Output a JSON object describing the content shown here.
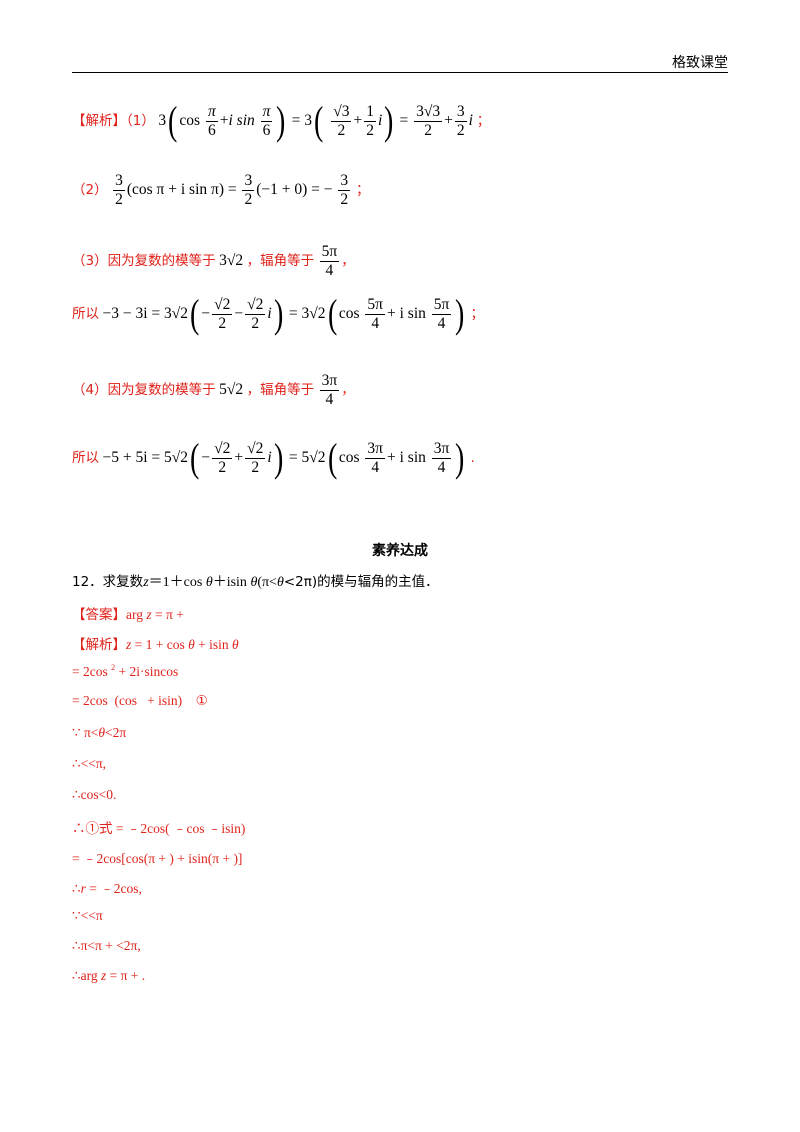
{
  "header": {
    "title": "格致课堂"
  },
  "analysis_label": "【解析】",
  "answer_label": "【答案】",
  "part1": {
    "num": "（1）",
    "lead": "3",
    "cos": "cos",
    "pi": "π",
    "six": "6",
    "plus": "+",
    "isin": "i sin",
    "eq1": "= 3",
    "sqrt3": "√3",
    "two": "2",
    "one": "1",
    "i": "i",
    "eq2": "=",
    "three_sqrt3": "3√3",
    "three": "3",
    "end": "；"
  },
  "part2": {
    "num": "（2）",
    "expr_a": "(cos π + i sin π) =",
    "expr_b": "(−1 + 0) = −",
    "three": "3",
    "two": "2",
    "end": "；"
  },
  "part3": {
    "text1": "（3）因为复数的模等于",
    "mod": "3√2",
    "text2": "，辐角等于",
    "arg_num": "5π",
    "arg_den": "4",
    "end": "，",
    "so": "所以",
    "lhs": "−3 − 3i = 3√2",
    "mid": "= 3√2",
    "sqrt2": "√2",
    "two": "2",
    "i": "i",
    "cos": "cos",
    "isin": "+ i sin",
    "fnum": "5π",
    "fden": "4",
    "tail": "；"
  },
  "part4": {
    "text1": "（4）因为复数的模等于",
    "mod": "5√2",
    "text2": "，辐角等于",
    "arg_num": "3π",
    "arg_den": "4",
    "end": "，",
    "so": "所以",
    "lhs": "−5 + 5i = 5√2",
    "mid": "= 5√2",
    "sqrt2": "√2",
    "two": "2",
    "i": "i",
    "cos": "cos",
    "isin": "+ i sin",
    "fnum": "3π",
    "fden": "4",
    "tail": "."
  },
  "section_title": "素养达成",
  "question": {
    "num": "12．求复数",
    "z": "z",
    "body1": "＝1＋cos ",
    "theta": "θ",
    "body2": "＋isin ",
    "body3": "(π<",
    "body4": "<2π)的模与辐角的主值．"
  },
  "answer": {
    "text": "arg  ",
    "z": "z",
    "rest": " = π +"
  },
  "solution": {
    "s1_label": "【解析】",
    "s1_z": "z",
    "s1_rest": " = 1 + cos  ",
    "s1_theta": "θ",
    "s1_mid": " + isin  ",
    "s1_theta2": "θ",
    "s2": "= 2cos ",
    "s2_sup": "2",
    "s2_rest": " + 2i·sincos",
    "s3": "= 2cos  (cos   + isin)    ①",
    "s4_a": "∵  π<",
    "s4_theta": "θ",
    "s4_b": "<2π",
    "s5": "∴<<π,",
    "s6": "∴cos<0.",
    "s7": "∴①式 = ﹣2cos( ﹣cos ﹣isin)",
    "s8": "= ﹣2cos[cos(π + ) + isin(π + )]",
    "s9_a": "∴",
    "s9_r": "r",
    "s9_b": " = ﹣2cos,",
    "s10": "∵<<π",
    "s11": "∴π<π + <2π,",
    "s12_a": "∴arg  ",
    "s12_z": "z",
    "s12_b": " = π + ."
  }
}
